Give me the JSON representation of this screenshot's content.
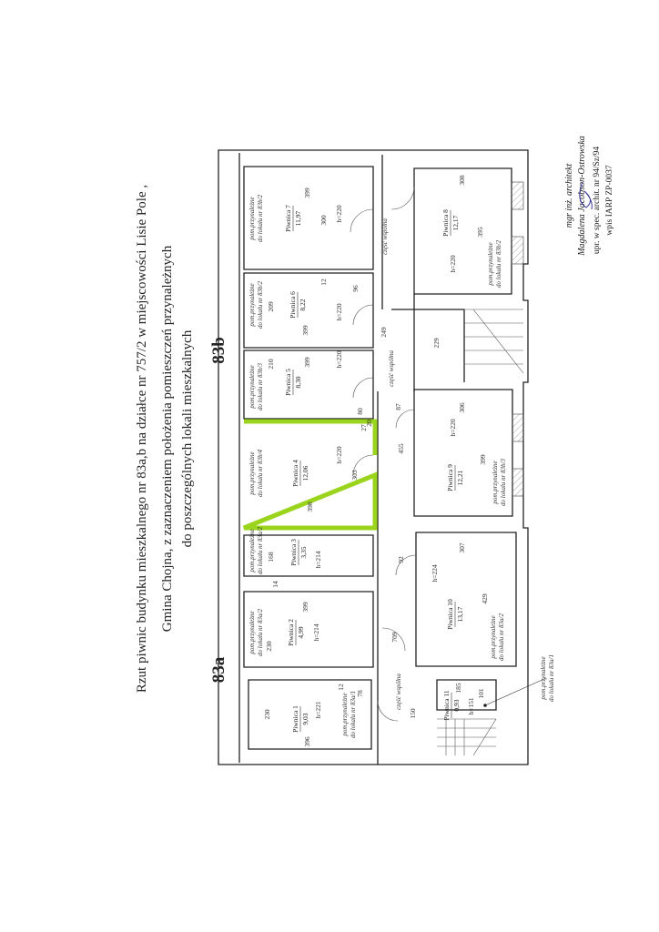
{
  "title": {
    "line1": "Rzut piwnic budynku mieszkalnego nr 83a,b na działce nr 757/2 w miejscowości Lisie Pole ,",
    "line2": "Gmina Chojna, z zaznaczeniem położenia pomieszczeń przynależnych",
    "line3": "do poszczególnych lokali mieszkalnych"
  },
  "buildings": {
    "a": "83a",
    "b": "83b"
  },
  "highlight_color": "#9ad41c",
  "owner_prefix": "pom.przynależne",
  "common_area": "część wspólna",
  "rooms": [
    {
      "name": "Piwnica 1",
      "area": "9,03",
      "owner": "do lokalu nr 83a/1",
      "h": "h=221",
      "dims": [
        "396",
        "230",
        "12",
        "78"
      ]
    },
    {
      "name": "Piwnica 2",
      "area": "4,99",
      "owner": "do lokalu nr 83a/2",
      "h": "h=214",
      "dims": [
        "399",
        "230",
        "14"
      ]
    },
    {
      "name": "Piwnica 3",
      "area": "3,35",
      "owner": "do lokalu nr 83a/2",
      "h": "h=214",
      "dims": [
        "168"
      ]
    },
    {
      "name": "Piwnica 4",
      "area": "12,06",
      "owner": "do lokalu nr 83b/4",
      "h": "h=220",
      "dims": [
        "398",
        "303",
        "27"
      ],
      "highlighted": true
    },
    {
      "name": "Piwnica 5",
      "area": "8,30",
      "owner": "do lokalu nr 83b/3",
      "h": "h=220",
      "dims": [
        "399",
        "210",
        "80",
        "20"
      ]
    },
    {
      "name": "Piwnica 6",
      "area": "8,22",
      "owner": "do lokalu nr 83b/2",
      "h": "h=220",
      "dims": [
        "399",
        "209",
        "96",
        "12"
      ]
    },
    {
      "name": "Piwnica 7",
      "area": "11,97",
      "owner": "do lokalu nr 83b/2",
      "h": "h=220",
      "dims": [
        "399",
        "300"
      ]
    },
    {
      "name": "Piwnica 8",
      "area": "12,17",
      "owner": "do lokalu nr 83b/2",
      "h": "h=220",
      "dims": [
        "308",
        "395"
      ]
    },
    {
      "name": "Piwnica 9",
      "area": "12,21",
      "owner": "do lokalu nr 83b/3",
      "h": "h=220",
      "dims": [
        "306",
        "399",
        "87",
        "455"
      ]
    },
    {
      "name": "Piwnica 10",
      "area": "13,17",
      "owner": "do lokalu nr 83a/2",
      "h": "h=224",
      "dims": [
        "307",
        "429",
        "92",
        "709"
      ]
    },
    {
      "name": "Piwnica 11",
      "area": "0,93",
      "owner": "do lokalu nr 83a/1",
      "h": "h=151",
      "dims": [
        "185",
        "101",
        "150"
      ]
    }
  ],
  "corridor_dims": [
    "249",
    "229"
  ],
  "signature": {
    "line1": "mgr inż. architekt",
    "line2": "Magdalena Jacobson-Ostrowska",
    "line3": "upr. w spec. archit. nr 94/Sz/94",
    "line4": "wpis IARP ZP-0037"
  }
}
